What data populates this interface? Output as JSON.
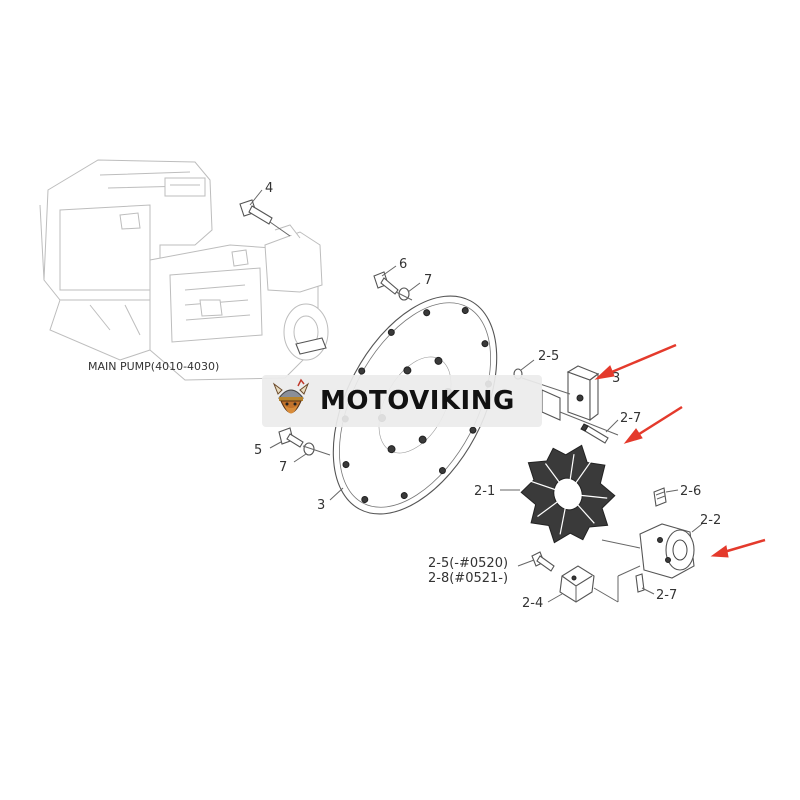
{
  "diagram": {
    "pump_label": "MAIN PUMP(4010-4030)",
    "callouts": {
      "c4": "4",
      "c6": "6",
      "c7_top": "7",
      "c2_5": "2-5",
      "c3_right": "3",
      "c2_7_top": "2-7",
      "c5": "5",
      "c7_bottom": "7",
      "c3_plate": "3",
      "c2_1": "2-1",
      "c2_6": "2-6",
      "c2_2": "2-2",
      "c2_5_serial": "2-5(-#0520)",
      "c2_8_serial": "2-8(#0521-)",
      "c2_4": "2-4",
      "c2_7_bottom": "2-7"
    }
  },
  "watermark": {
    "brand_text": "MOTOVIKING"
  },
  "colors": {
    "arrow": "#e43a2c",
    "line": "#555555",
    "ghost": "#bdbdbd"
  }
}
